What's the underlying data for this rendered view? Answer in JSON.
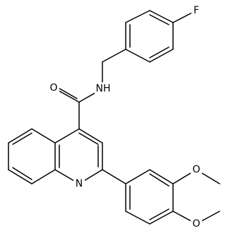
{
  "molecule": {
    "atom_labels": {
      "fluorine": "F",
      "amide_nitrogen": "NH",
      "carbonyl_oxygen": "O",
      "quinoline_nitrogen": "N",
      "methoxy_oxygen_1": "O",
      "methoxy_oxygen_2": "O"
    }
  }
}
